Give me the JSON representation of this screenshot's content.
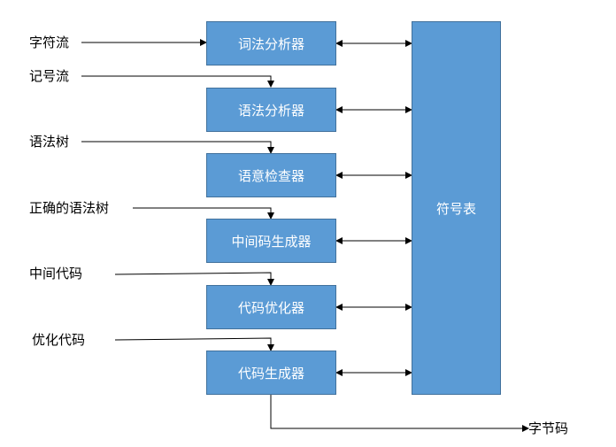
{
  "colors": {
    "box_fill": "#5b9bd5",
    "box_border": "#41719c",
    "box_text": "#ffffff",
    "line": "#000000"
  },
  "stages": [
    "词法分析器",
    "语法分析器",
    "语意检查器",
    "中间码生成器",
    "代码优化器",
    "代码生成器"
  ],
  "symbol_table": "符号表",
  "flow_labels": {
    "input": "字符流",
    "tokens": "记号流",
    "syntax_tree": "语法树",
    "checked_tree": "正确的语法树",
    "ir": "中间代码",
    "optimized": "优化代码",
    "output": "字节码"
  }
}
